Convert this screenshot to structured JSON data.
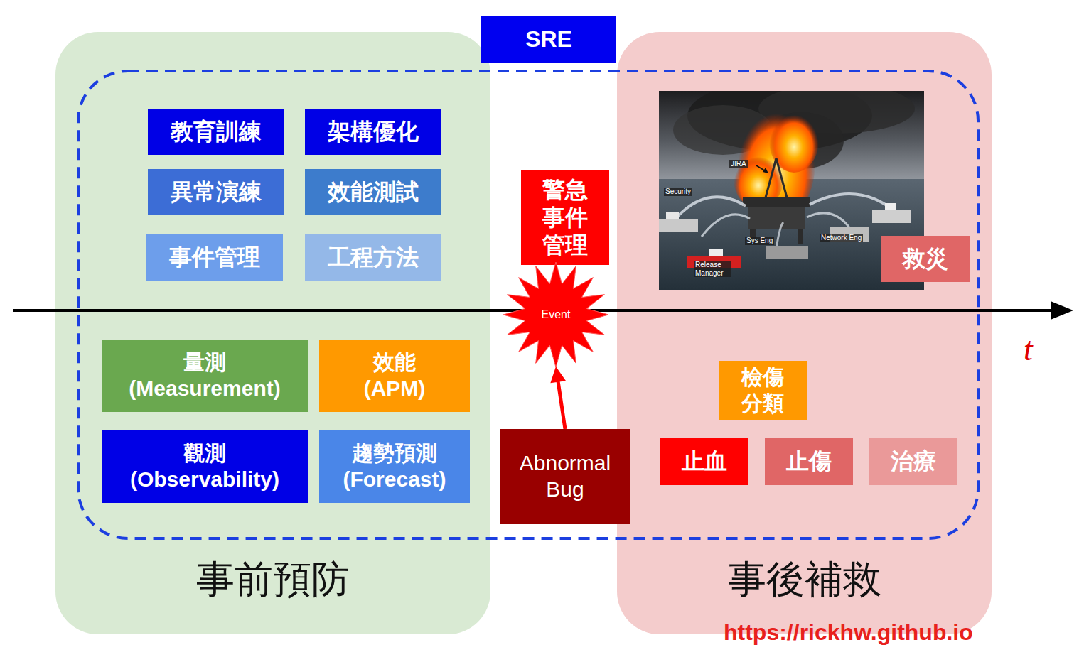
{
  "diagram": {
    "nodes": [
      {
        "text": [
          "SRE"
        ]
      },
      {
        "text": [
          "事前預防"
        ]
      },
      {
        "text": [
          "教育訓練"
        ],
        "in": 1
      },
      {
        "text": [
          "架構優化"
        ],
        "in": 1
      },
      {
        "text": [
          "異常演練"
        ],
        "in": 1
      },
      {
        "text": [
          "效能測試"
        ],
        "in": 1
      },
      {
        "text": [
          "事件管理"
        ],
        "in": 1
      },
      {
        "text": [
          "工程方法"
        ],
        "in": 1
      },
      {
        "text": [
          "量測 (Measurement)"
        ],
        "in": 1
      },
      {
        "text": [
          "效能 (APM)"
        ],
        "in": 1
      },
      {
        "text": [
          "觀測 (Observability)"
        ],
        "in": 1
      },
      {
        "text": [
          "趨勢預測 (Forecast)"
        ],
        "in": 1
      },
      {
        "text": [
          "警急 事件 管理"
        ],
        "in": 0
      },
      {
        "text": [
          "Event"
        ],
        "in": 0
      },
      {
        "text": [
          "Abnormal Bug"
        ],
        "in": 0
      },
      {
        "text": [
          "事後補救"
        ]
      },
      {
        "text": [
          "救災"
        ],
        "in": 15
      },
      {
        "text": [
          "檢傷 分類"
        ],
        "in": 15
      },
      {
        "text": [
          "止血"
        ],
        "in": 15
      },
      {
        "text": [
          "止傷"
        ],
        "in": 15
      },
      {
        "text": [
          "治療"
        ],
        "in": 15
      }
    ],
    "edges": [
      {
        "from": 14,
        "to": 13,
        "arrow": "to"
      }
    ],
    "labels": [
      "JIRA",
      "Security",
      "Sys Eng",
      "Network Eng",
      "Release Manager",
      "t",
      "https://rickhw.github.io"
    ]
  }
}
